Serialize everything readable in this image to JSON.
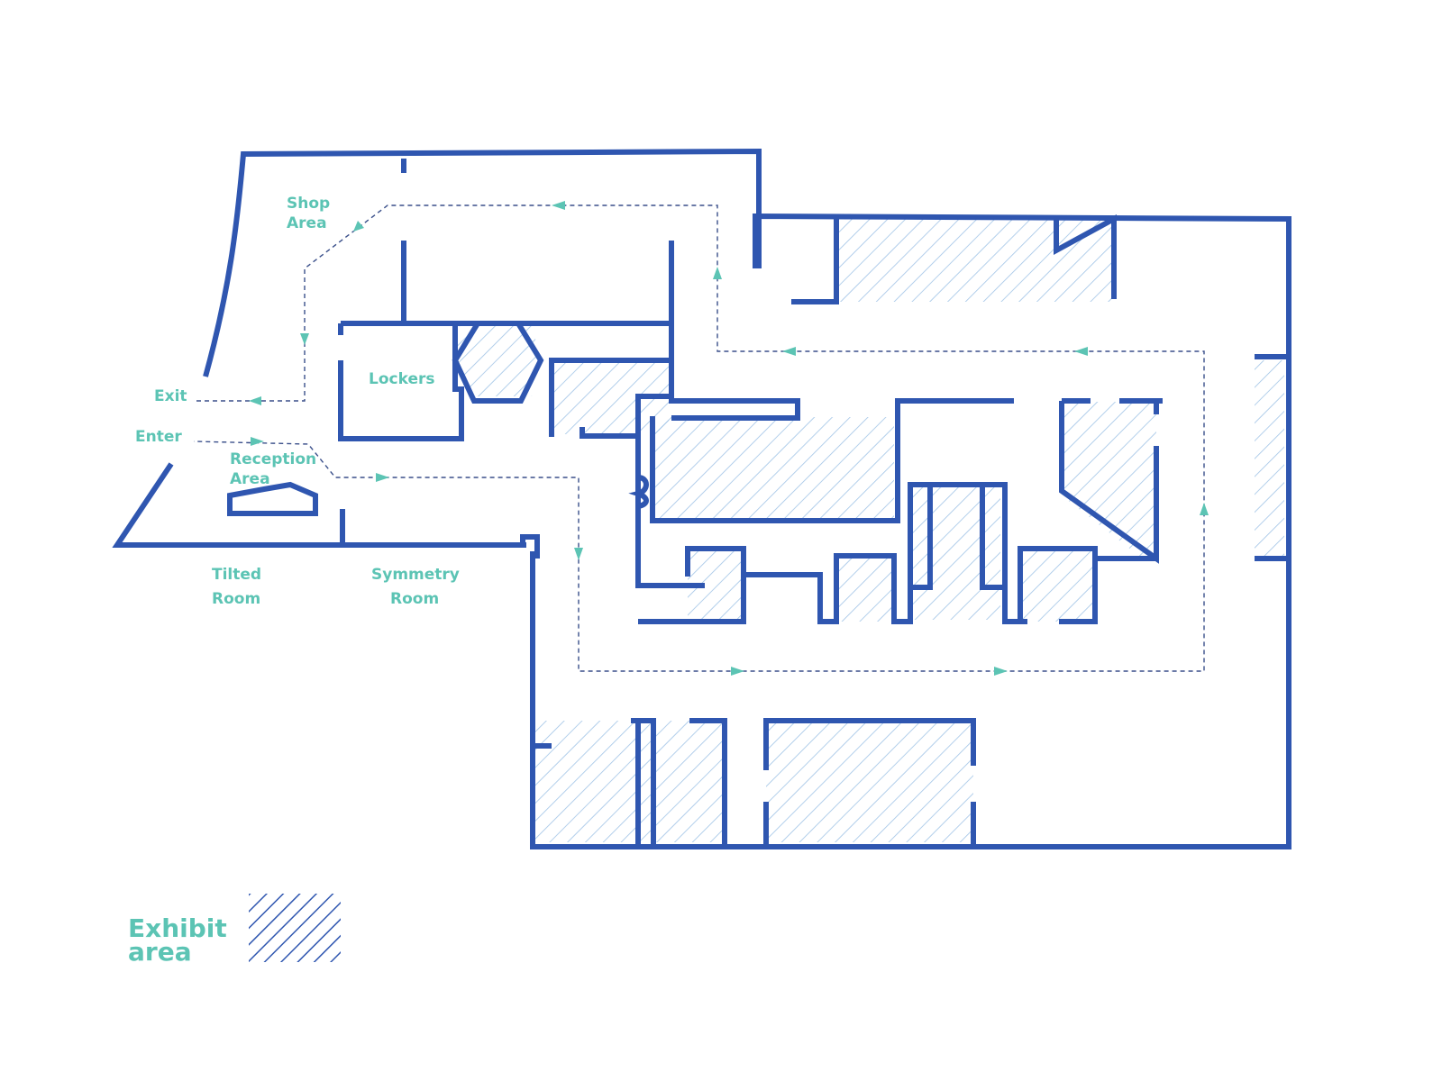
{
  "map": {
    "labels": {
      "shop_line1": "Shop",
      "shop_line2": "Area",
      "lockers": "Lockers",
      "exit": "Exit",
      "enter": "Enter",
      "reception_line1": "Reception",
      "reception_line2": "Area",
      "tilted_line1": "Tilted",
      "tilted_line2": "Room",
      "symmetry_line1": "Symmetry",
      "symmetry_line2": "Room"
    },
    "legend": {
      "line1": "Exhibit",
      "line2": "area",
      "swatch": "hatch-pattern"
    },
    "colors": {
      "wall": "#2f56b0",
      "label": "#5cc4b4",
      "hatch": "#9fc3e6",
      "route": "#3a4f8a"
    }
  }
}
